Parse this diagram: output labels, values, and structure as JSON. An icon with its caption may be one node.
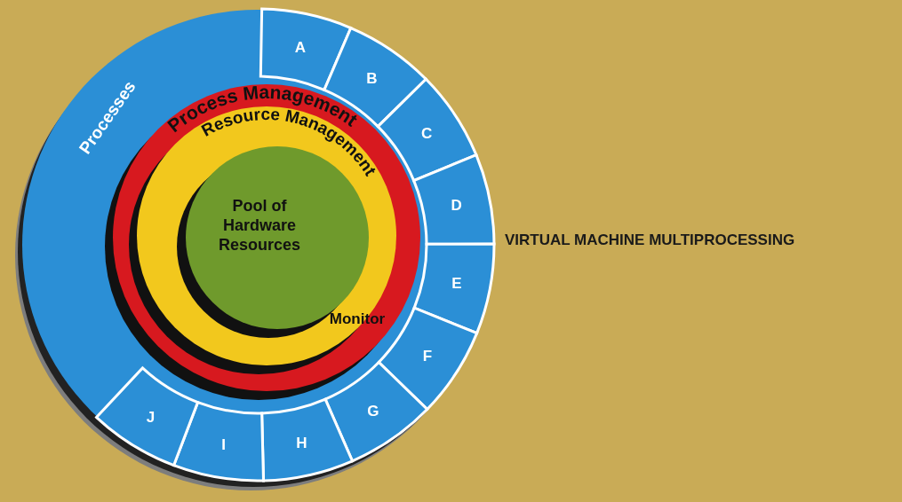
{
  "diagram": {
    "title": "VIRTUAL MACHINE MULTIPROCESSING",
    "nodes": [
      {
        "text": [
          "Processes"
        ]
      },
      {
        "text": [
          "A"
        ],
        "in": 0
      },
      {
        "text": [
          "B"
        ],
        "in": 0
      },
      {
        "text": [
          "C"
        ],
        "in": 0
      },
      {
        "text": [
          "D"
        ],
        "in": 0
      },
      {
        "text": [
          "E"
        ],
        "in": 0
      },
      {
        "text": [
          "F"
        ],
        "in": 0
      },
      {
        "text": [
          "G"
        ],
        "in": 0
      },
      {
        "text": [
          "H"
        ],
        "in": 0
      },
      {
        "text": [
          "I"
        ],
        "in": 0
      },
      {
        "text": [
          "J"
        ],
        "in": 0
      },
      {
        "text": [
          "Process Management"
        ],
        "in": 0
      },
      {
        "text": [
          "Resource Management"
        ],
        "in": 11
      },
      {
        "text": [
          "Pool of Hardware Resources"
        ],
        "in": 12
      }
    ],
    "edges": [],
    "labels": [
      "Monitor"
    ]
  }
}
